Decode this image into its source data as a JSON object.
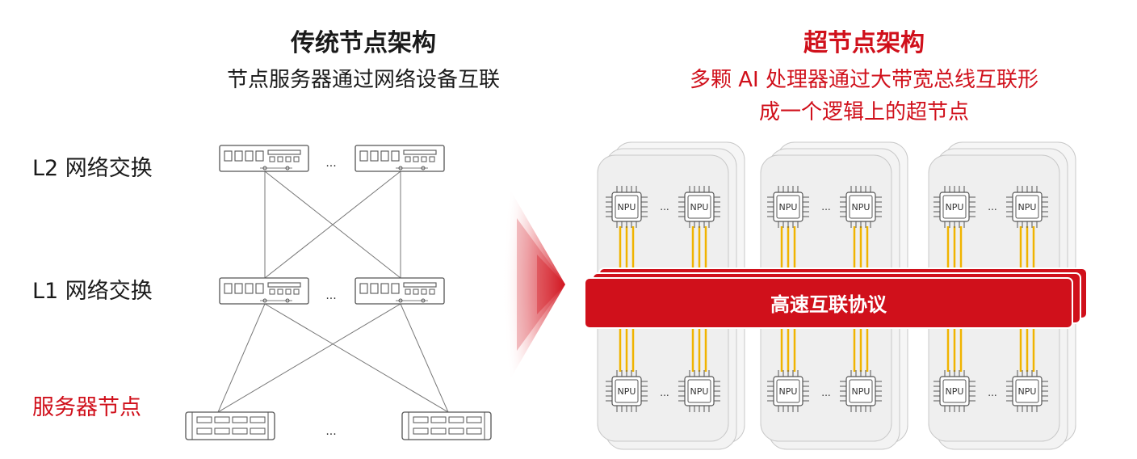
{
  "left": {
    "title": "传统节点架构",
    "subtitle": "节点服务器通过网络设备互联",
    "layers": {
      "l2": "L2 网络交换",
      "l1": "L1 网络交换",
      "servers": "服务器节点"
    },
    "ellipsis": "..."
  },
  "right": {
    "title": "超节点架构",
    "subtitle_line1": "多颗 AI 处理器通过大带宽总线互联形",
    "subtitle_line2": "成一个逻辑上的超节点",
    "bus_label": "高速互联协议",
    "chip_label": "NPU",
    "chip_ellipsis": "..."
  },
  "colors": {
    "accent_red": "#d0101b",
    "text_dark": "#1a1a1a",
    "gold_link": "#f0b400",
    "card_fill": "#efefef",
    "card_stroke": "#c8c8c8"
  }
}
